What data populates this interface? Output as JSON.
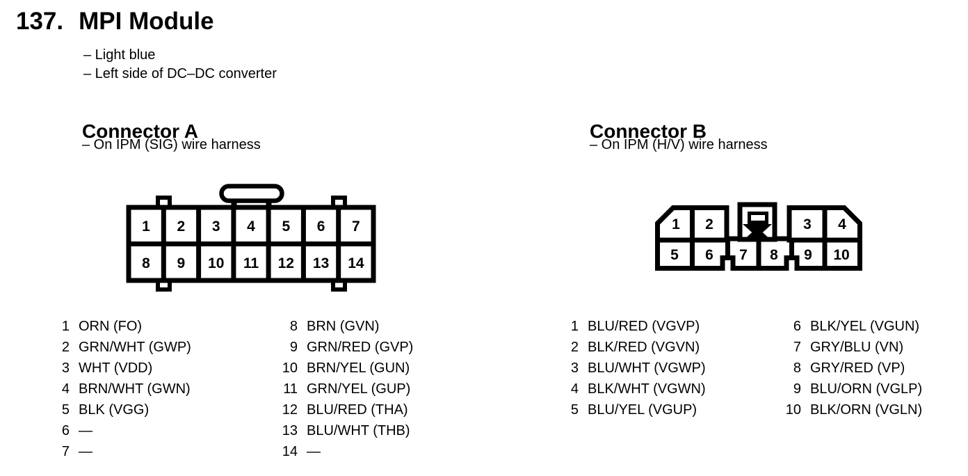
{
  "page": {
    "number": "137.",
    "title": "MPI Module",
    "notes": [
      "– Light blue",
      "– Left side of DC–DC converter"
    ]
  },
  "colors": {
    "ink": "#000000",
    "paper": "#ffffff"
  },
  "connector_a": {
    "heading": "Connector A",
    "note": "– On IPM (SIG) wire harness",
    "grid": [
      [
        "1",
        "2",
        "3",
        "4",
        "5",
        "6",
        "7"
      ],
      [
        "8",
        "9",
        "10",
        "11",
        "12",
        "13",
        "14"
      ]
    ],
    "pins_left": [
      {
        "num": "1",
        "label": "ORN (FO)"
      },
      {
        "num": "2",
        "label": "GRN/WHT (GWP)"
      },
      {
        "num": "3",
        "label": "WHT (VDD)"
      },
      {
        "num": "4",
        "label": "BRN/WHT (GWN)"
      },
      {
        "num": "5",
        "label": "BLK (VGG)"
      },
      {
        "num": "6",
        "label": "—"
      },
      {
        "num": "7",
        "label": "—"
      }
    ],
    "pins_right": [
      {
        "num": "8",
        "label": "BRN (GVN)"
      },
      {
        "num": "9",
        "label": "GRN/RED (GVP)"
      },
      {
        "num": "10",
        "label": "BRN/YEL (GUN)"
      },
      {
        "num": "11",
        "label": "GRN/YEL (GUP)"
      },
      {
        "num": "12",
        "label": "BLU/RED (THA)"
      },
      {
        "num": "13",
        "label": "BLU/WHT (THB)"
      },
      {
        "num": "14",
        "label": "—"
      }
    ]
  },
  "connector_b": {
    "heading": "Connector B",
    "note": "– On IPM (H/V) wire harness",
    "grid_top": [
      [
        "1",
        "2"
      ],
      [
        "3",
        "4"
      ]
    ],
    "grid_bottom": [
      "5",
      "6",
      "7",
      "8",
      "9",
      "10"
    ],
    "pins_left": [
      {
        "num": "1",
        "label": "BLU/RED (VGVP)"
      },
      {
        "num": "2",
        "label": "BLK/RED (VGVN)"
      },
      {
        "num": "3",
        "label": "BLU/WHT (VGWP)"
      },
      {
        "num": "4",
        "label": "BLK/WHT (VGWN)"
      },
      {
        "num": "5",
        "label": "BLU/YEL (VGUP)"
      }
    ],
    "pins_right": [
      {
        "num": "6",
        "label": "BLK/YEL (VGUN)"
      },
      {
        "num": "7",
        "label": "GRY/BLU (VN)"
      },
      {
        "num": "8",
        "label": "GRY/RED (VP)"
      },
      {
        "num": "9",
        "label": "BLU/ORN (VGLP)"
      },
      {
        "num": "10",
        "label": "BLK/ORN (VGLN)"
      }
    ]
  }
}
